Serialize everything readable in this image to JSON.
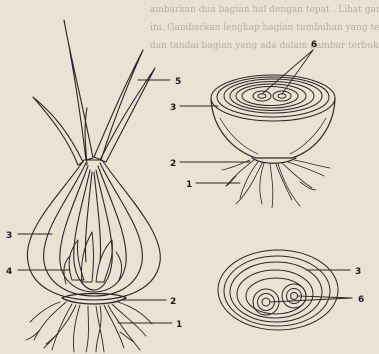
{
  "background_text_lines": [
    "ambarkan dua bagian hal dengan tepat . Lihat gambar",
    "ini. Gambarkan lengkap bagian tumbuhan yang terlihat",
    "dan tandai bagian yang ada dalam gambar terbuka"
  ],
  "labels": {
    "whole_bulb": {
      "leaf": "5",
      "scale": "3",
      "bud": "4",
      "disc_stem": "2",
      "roots": "1"
    },
    "half_bulb": {
      "buds": "6",
      "scale": "3",
      "disc_stem": "2",
      "roots": "1"
    },
    "cross_section": {
      "scale": "3",
      "buds": "6"
    }
  },
  "colors": {
    "paper": "#e9e3d6",
    "ink": "#2a2622"
  }
}
